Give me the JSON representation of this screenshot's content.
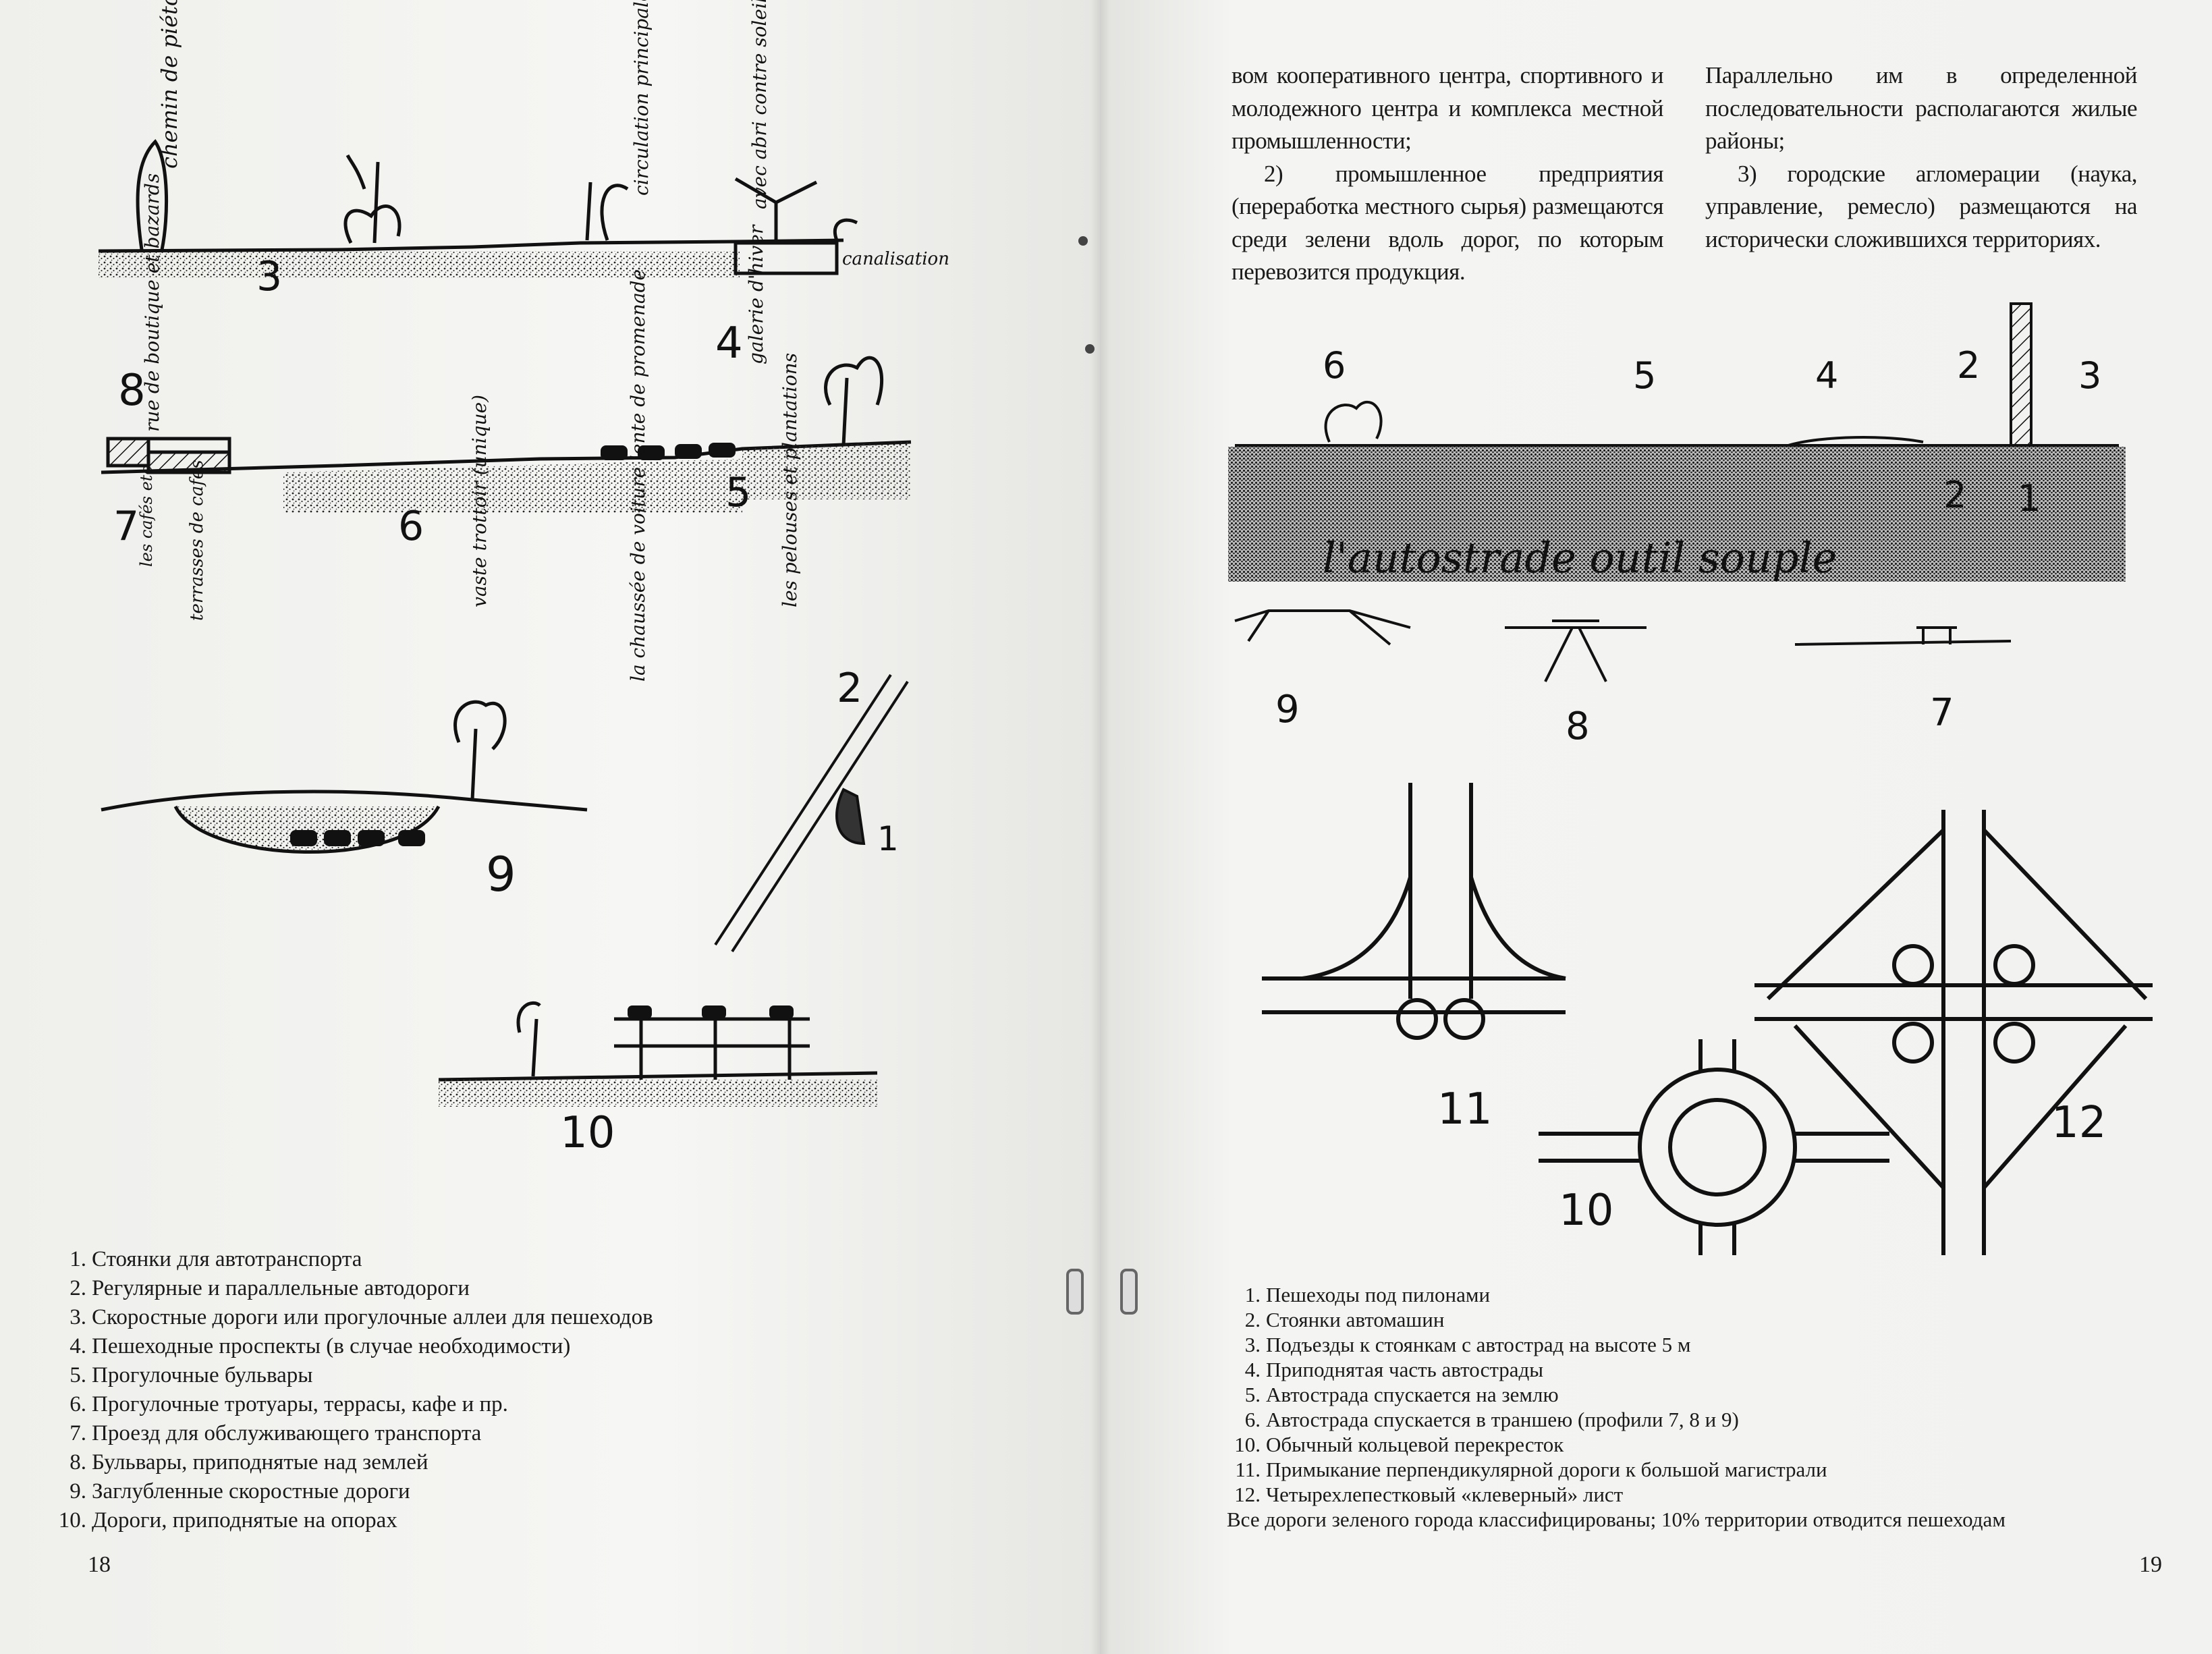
{
  "left_page": {
    "page_number": "18",
    "sketch_labels": {
      "chemin": "chemin de piéton",
      "n3": "3",
      "circulation": "circulation principale de piéton",
      "abri": "avec abri contre soleil et pluie",
      "canalisation": "canalisation",
      "n8": "8",
      "rue": "rue de boutique et bazards",
      "n4": "4",
      "galerie": "galerie d'hiver",
      "n7": "7",
      "cafes": "les cafés etc",
      "terrasses": "terrasses de cafés",
      "n6": "6",
      "trottoir": "vaste trottoir (unique)",
      "chaussee": "la chaussée de voiture lente de promenade",
      "n5": "5",
      "pelouses": "les pelouses et plantations",
      "n9": "9",
      "n2": "2",
      "n1": "1",
      "n10": "10"
    },
    "legend": [
      {
        "num": "1.",
        "text": "Стоянки для автотранспорта"
      },
      {
        "num": "2.",
        "text": "Регулярные и параллельные автодороги"
      },
      {
        "num": "3.",
        "text": "Скоростные дороги или прогулочные аллеи для пешеходов"
      },
      {
        "num": "4.",
        "text": "Пешеходные проспекты (в случае необходимости)"
      },
      {
        "num": "5.",
        "text": "Прогулочные бульвары"
      },
      {
        "num": "6.",
        "text": "Прогулочные тротуары, террасы, кафе и пр."
      },
      {
        "num": "7.",
        "text": "Проезд для обслуживающего транспорта"
      },
      {
        "num": "8.",
        "text": "Бульвары, приподнятые над землей"
      },
      {
        "num": "9.",
        "text": "Заглубленные скоростные дороги"
      },
      {
        "num": "10.",
        "text": "Дороги, приподнятые на опорах"
      }
    ]
  },
  "right_page": {
    "page_number": "19",
    "col1": {
      "p1": "вом кооперативного центра, спортивного и молодежного центра и комплекса местной промышленности;",
      "p2": "2) промышленное предприятия (переработка местного сырья) размещаются среди зелени вдоль дорог, по которым перевозится продукция."
    },
    "col2": {
      "p1": "Параллельно им в определенной последовательности располагаются жилые районы;",
      "p2": "3) городские агломерации (наука, управление, ремесло) размещаются на исторически сложившихся территориях."
    },
    "sketch_labels": {
      "n6": "6",
      "n5": "5",
      "n4": "4",
      "n2a": "2",
      "n3": "3",
      "n2b": "2",
      "n1": "1",
      "title": "l'autostrade outil souple",
      "p9": "9",
      "p8": "8",
      "p7": "7",
      "i11": "11",
      "i10": "10",
      "i12": "12"
    },
    "legend": [
      {
        "num": "1.",
        "text": "Пешеходы под пилонами"
      },
      {
        "num": "2.",
        "text": "Стоянки автомашин"
      },
      {
        "num": "3.",
        "text": "Подъезды к стоянкам с автострад на высоте 5 м"
      },
      {
        "num": "4.",
        "text": "Приподнятая часть автострады"
      },
      {
        "num": "5.",
        "text": "Автострада спускается на землю"
      },
      {
        "num": "6.",
        "text": "Автострада спускается в траншею (профили 7, 8 и 9)"
      },
      {
        "num": "10.",
        "text": "Обычный кольцевой перекресток"
      },
      {
        "num": "11.",
        "text": "Примыкание перпендикулярной дороги к большой магистрали"
      },
      {
        "num": "12.",
        "text": "Четырехлепестковый «клеверный» лист"
      }
    ],
    "footnote": "Все дороги зеленого города классифицированы; 10% территории отводится пешеходам"
  }
}
